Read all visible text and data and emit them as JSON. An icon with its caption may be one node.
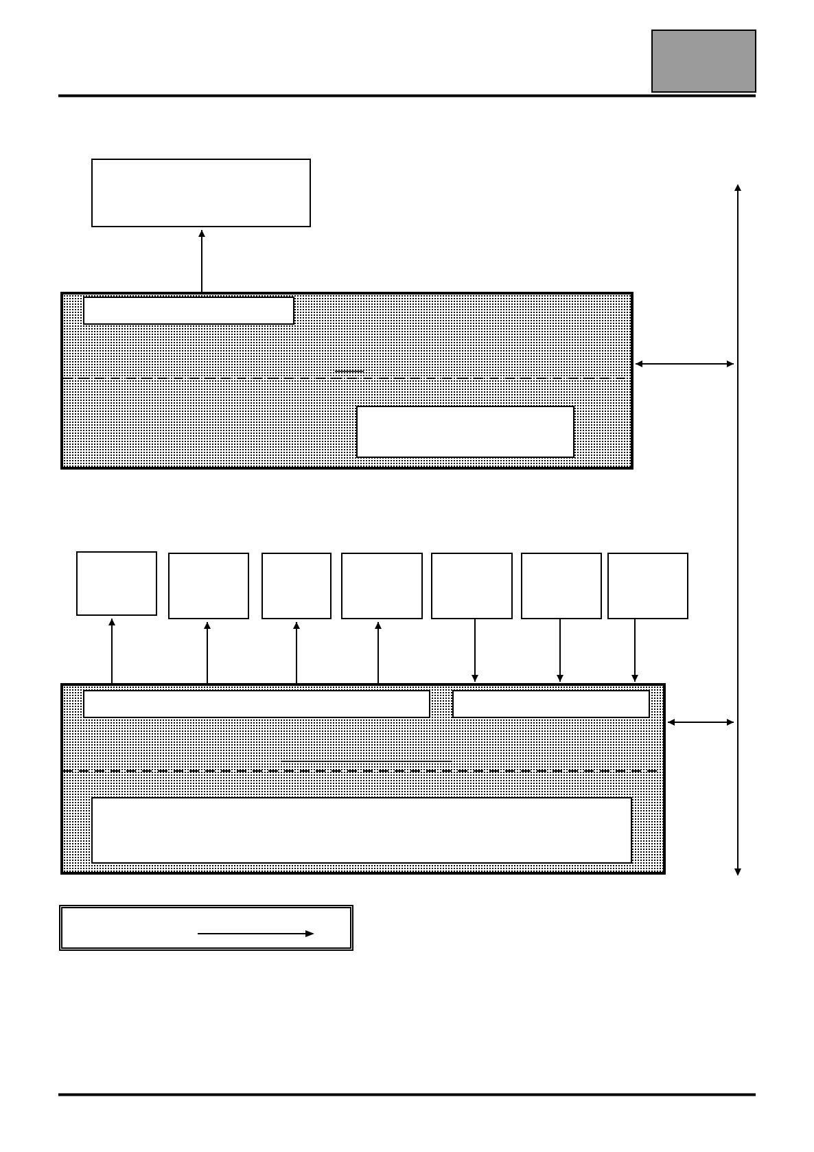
{
  "diagram": {
    "nodes": [
      {
        "text": [],
        "shape": "box"
      },
      {
        "text": [],
        "shape": "bar"
      },
      {
        "text": [],
        "shape": "box"
      },
      {
        "text": [],
        "shape": "box",
        "in": 2
      },
      {
        "text": [],
        "shape": "box",
        "in": 2
      },
      {
        "text": [],
        "shape": "box"
      },
      {
        "text": [],
        "shape": "box"
      },
      {
        "text": [],
        "shape": "box"
      },
      {
        "text": [],
        "shape": "box"
      },
      {
        "text": [],
        "shape": "box"
      },
      {
        "text": [],
        "shape": "box"
      },
      {
        "text": [],
        "shape": "box"
      },
      {
        "text": [],
        "shape": "box"
      },
      {
        "text": [],
        "shape": "box",
        "in": 12
      },
      {
        "text": [],
        "shape": "box",
        "in": 12
      },
      {
        "text": [],
        "shape": "box",
        "in": 12
      },
      {
        "text": [],
        "shape": "box"
      }
    ],
    "edges": [
      {
        "from": 2,
        "to": 0,
        "arrow": "to"
      },
      {
        "from": 2,
        "to": 1,
        "arrow": "both"
      },
      {
        "from": 12,
        "to": 5,
        "arrow": "to"
      },
      {
        "from": 12,
        "to": 6,
        "arrow": "to"
      },
      {
        "from": 12,
        "to": 7,
        "arrow": "to"
      },
      {
        "from": 12,
        "to": 8,
        "arrow": "to"
      },
      {
        "from": 9,
        "to": 12,
        "arrow": "to"
      },
      {
        "from": 10,
        "to": 12,
        "arrow": "to"
      },
      {
        "from": 11,
        "to": 12,
        "arrow": "to"
      },
      {
        "from": 12,
        "to": 1,
        "arrow": "both"
      }
    ]
  }
}
